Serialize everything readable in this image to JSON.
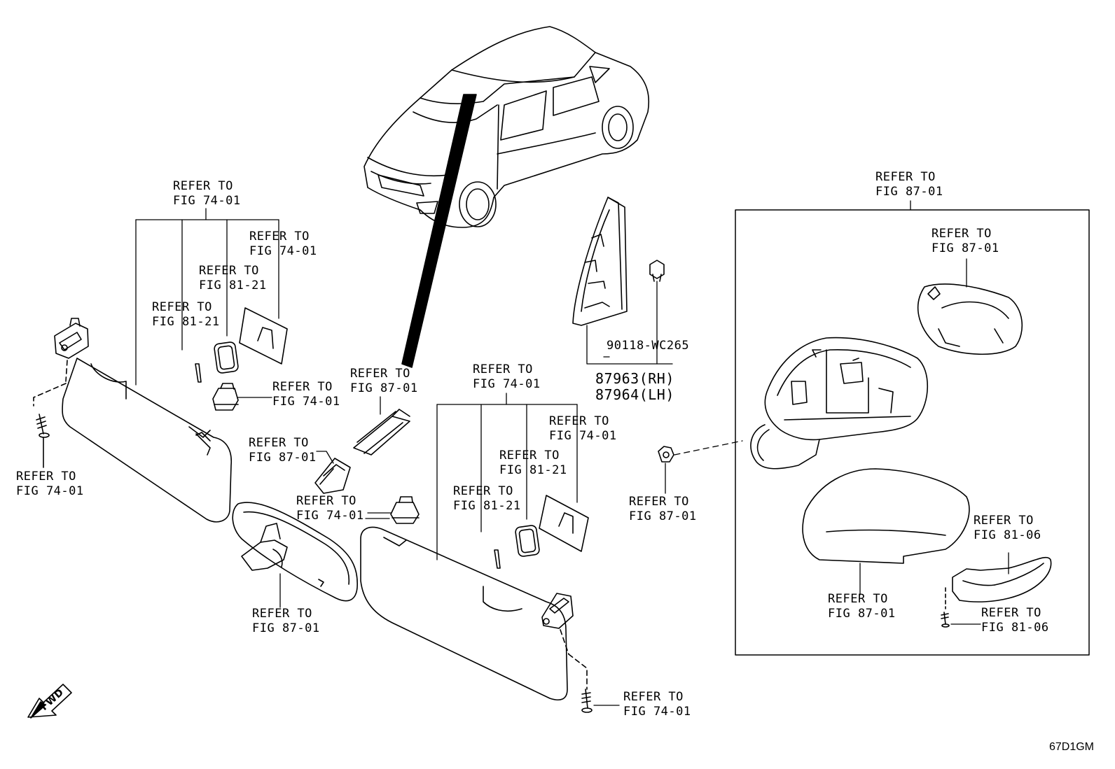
{
  "callouts": {
    "visor_left_top": {
      "line1": "REFER TO",
      "line2": "FIG 74-01"
    },
    "visor_left_clip": {
      "line1": "REFER TO",
      "line2": "FIG 74-01"
    },
    "visor_left_mirror": {
      "line1": "REFER TO",
      "line2": "FIG 81-21"
    },
    "visor_left_pin": {
      "line1": "REFER TO",
      "line2": "FIG 81-21"
    },
    "visor_left_holder": {
      "line1": "REFER TO",
      "line2": "FIG 74-01"
    },
    "visor_left_screw": {
      "line1": "REFER TO",
      "line2": "FIG 74-01"
    },
    "center_bracket": {
      "line1": "REFER TO",
      "line2": "FIG 87-01"
    },
    "center_cover": {
      "line1": "REFER TO",
      "line2": "FIG 87-01"
    },
    "center_holder": {
      "line1": "REFER TO",
      "line2": "FIG 74-01"
    },
    "inner_mirror": {
      "line1": "REFER TO",
      "line2": "FIG 87-01"
    },
    "visor_right_top": {
      "line1": "REFER TO",
      "line2": "FIG 74-01"
    },
    "visor_right_clip": {
      "line1": "REFER TO",
      "line2": "FIG 74-01"
    },
    "visor_right_mirror": {
      "line1": "REFER TO",
      "line2": "FIG 81-21"
    },
    "visor_right_pin": {
      "line1": "REFER TO",
      "line2": "FIG 81-21"
    },
    "visor_right_screw": {
      "line1": "REFER TO",
      "line2": "FIG 74-01"
    },
    "mirror_nut": {
      "line1": "REFER TO",
      "line2": "FIG 87-01"
    },
    "outer_mirror_assy": {
      "line1": "REFER TO",
      "line2": "FIG 87-01"
    },
    "outer_mirror_glass": {
      "line1": "REFER TO",
      "line2": "FIG 87-01"
    },
    "outer_mirror_cover": {
      "line1": "REFER TO",
      "line2": "FIG 87-01"
    },
    "turn_lamp": {
      "line1": "REFER TO",
      "line2": "FIG 81-06"
    },
    "turn_lamp_screw": {
      "line1": "REFER TO",
      "line2": "FIG 81-06"
    }
  },
  "part_numbers": {
    "clip": "90118-WC265",
    "garnish_rh": "87963(RH)",
    "garnish_lh": "87964(LH)"
  },
  "fwd_label": "FWD",
  "diagram_code": "67D1GM"
}
